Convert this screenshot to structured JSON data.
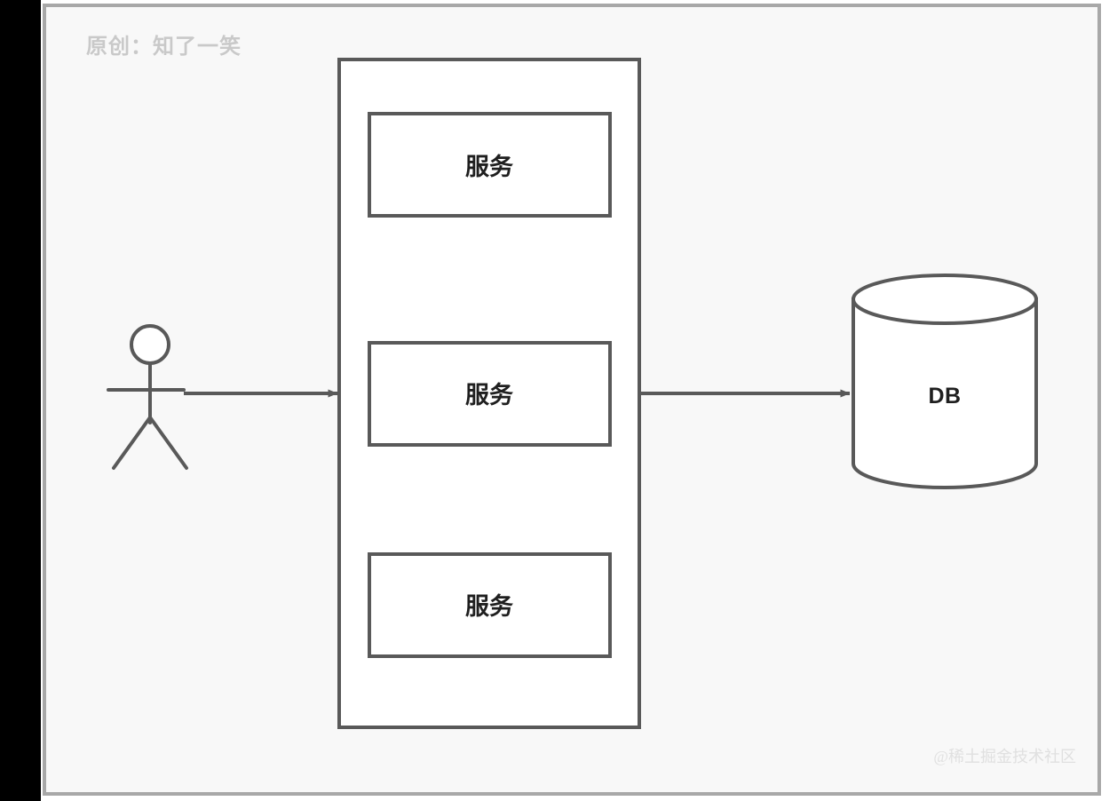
{
  "canvas": {
    "background_color": "#f8f8f8",
    "border_color": "#a8a8a8",
    "sidebar_color": "#000000",
    "stroke_color": "#595959",
    "shape_fill": "#ffffff"
  },
  "watermarks": {
    "top_left": "原创：知了一笑",
    "bottom_right": "@稀土掘金技术社区"
  },
  "diagram": {
    "type": "architecture-flow",
    "actor": {
      "name": "user-actor",
      "label": ""
    },
    "container": {
      "name": "service-container",
      "label": ""
    },
    "services": [
      {
        "label": "服务"
      },
      {
        "label": "服务"
      },
      {
        "label": "服务"
      }
    ],
    "database": {
      "label": "DB"
    },
    "arrows": [
      {
        "from": "user-actor",
        "to": "service-container",
        "label": ""
      },
      {
        "from": "service-container",
        "to": "database",
        "label": ""
      }
    ]
  }
}
